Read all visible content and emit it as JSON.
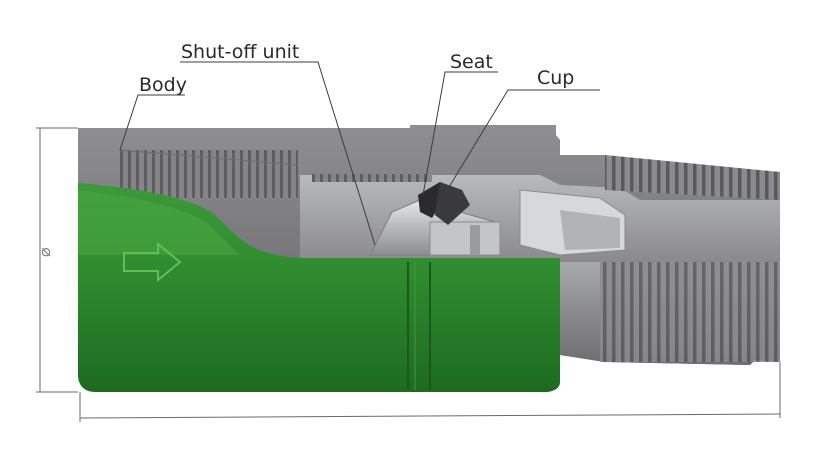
{
  "labels": {
    "body": "Body",
    "shutoff": "Shut-off unit",
    "seat": "Seat",
    "cup": "Cup"
  },
  "dimension_symbol": "⌀",
  "colors": {
    "steel_dark": "#7d7d80",
    "steel_mid": "#98989b",
    "steel_light": "#c9cacc",
    "green": "#2f8a2f",
    "green_dark": "#1f6a22",
    "green_light": "#4fae47"
  }
}
